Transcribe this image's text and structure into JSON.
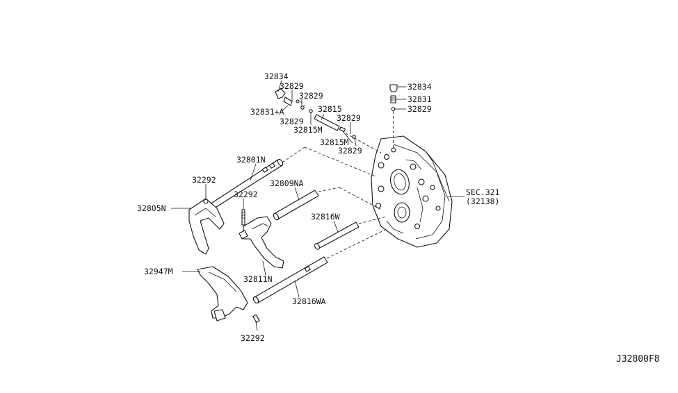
{
  "labels": {
    "p32834_a": "32834",
    "p32829_a": "32829",
    "p32829_b": "32829",
    "p32831a": "32831+A",
    "p32829_c": "32829",
    "p32815": "32815",
    "p32815m_a": "32815M",
    "p32829_d": "32829",
    "p32815m_b": "32815M",
    "p32829_e": "32829",
    "p32834_b": "32834",
    "p32831": "32831",
    "p32829_f": "32829",
    "p32801n": "32801N",
    "p32292_a": "32292",
    "p32805n": "32805N",
    "p32809na": "32809NA",
    "p32292_b": "32292",
    "p32816w": "32816W",
    "p32811n": "32811N",
    "p32947m": "32947M",
    "p32816wa": "32816WA",
    "p32292_c": "32292",
    "sec_line1": "SEC.321",
    "sec_line2": "(32138)"
  },
  "diagram_code": "J32800F8"
}
